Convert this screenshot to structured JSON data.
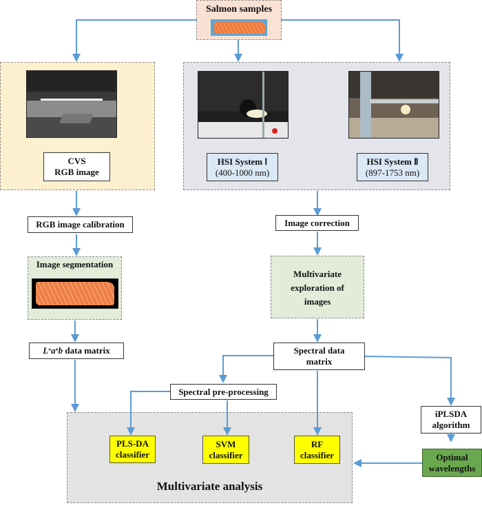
{
  "colors": {
    "arrow": "#5b9bd5",
    "salmon_panel": "#f9e1d4",
    "cvs_panel": "#fdf0cf",
    "hsi_panel": "#e3e5ea",
    "green_panel": "#e2ecd9",
    "analysis_panel": "#e3e3e3",
    "classifier_fill": "#ffff00",
    "optimal_fill": "#6aa84f",
    "hsi_label_fill": "#dbe8f5"
  },
  "top": {
    "title": "Salmon samples",
    "image_icon": "salmon-fillet-image"
  },
  "cvs": {
    "line1": "CVS",
    "line2": "RGB image",
    "image_icon": "cvs-camera-setup-image"
  },
  "hsi1": {
    "line1": "HSI System Ⅰ",
    "line2": "(400-1000 nm)",
    "image_icon": "hsi-system-1-photo"
  },
  "hsi2": {
    "line1": "HSI System Ⅱ",
    "line2": "(897-1753 nm)",
    "image_icon": "hsi-system-2-photo"
  },
  "left_flow": {
    "calibration": "RGB image calibration",
    "segmentation": "Image segmentation",
    "matrix_L": "L",
    "matrix_a": "a",
    "matrix_b": "b",
    "matrix_star": "*",
    "matrix_rest": " data matrix"
  },
  "right_flow": {
    "correction": "Image correction",
    "exploration_l1": "Multivariate",
    "exploration_l2": "exploration of",
    "exploration_l3": "images",
    "spectral_l1": "Spectral data",
    "spectral_l2": "matrix",
    "preprocessing": "Spectral pre-processing",
    "iplsda_l1": "iPLSDA",
    "iplsda_l2": "algorithm",
    "optimal_l1": "Optimal",
    "optimal_l2": "wavelengths"
  },
  "analysis": {
    "title": "Multivariate analysis",
    "classifiers": [
      {
        "l1": "PLS-DA",
        "l2": "classifier"
      },
      {
        "l1": "SVM",
        "l2": "classifier"
      },
      {
        "l1": "RF",
        "l2": "classifier"
      }
    ]
  }
}
